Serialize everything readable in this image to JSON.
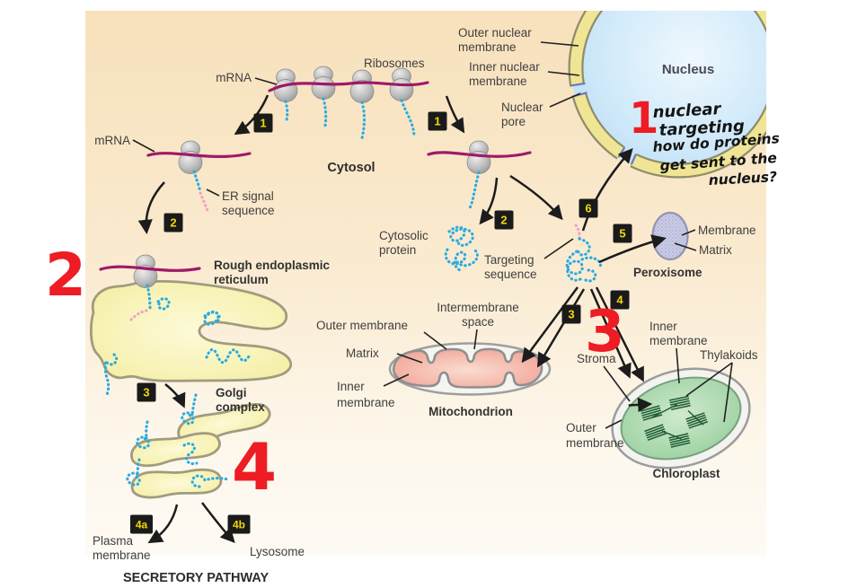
{
  "figure": {
    "description": "Protein targeting pathways diagram with handwritten study annotations"
  },
  "labels": {
    "mrna_top": "mRNA",
    "mrna_left": "mRNA",
    "ribosomes": "Ribosomes",
    "outer_nuclear_membrane": [
      "Outer nuclear",
      "membrane"
    ],
    "inner_nuclear_membrane": [
      "Inner nuclear",
      "membrane"
    ],
    "nuclear_pore": [
      "Nuclear",
      "pore"
    ],
    "nucleus": "Nucleus",
    "cytosol": "Cytosol",
    "er_signal_sequence": [
      "ER signal",
      "sequence"
    ],
    "rough_er": [
      "Rough endoplasmic",
      "reticulum"
    ],
    "cytosolic_protein": [
      "Cytosolic",
      "protein"
    ],
    "targeting_sequence": [
      "Targeting",
      "sequence"
    ],
    "peroxisome_membrane": "Membrane",
    "peroxisome_matrix": "Matrix",
    "peroxisome": "Peroxisome",
    "intermembrane_space": [
      "Intermembrane",
      "space"
    ],
    "mito_outer_membrane": "Outer membrane",
    "mito_matrix": "Matrix",
    "mito_inner_membrane": [
      "Inner",
      "membrane"
    ],
    "mitochondrion": "Mitochondrion",
    "stroma": "Stroma",
    "chloro_inner_membrane": [
      "Inner",
      "membrane"
    ],
    "thylakoids": "Thylakoids",
    "chloro_outer_membrane": [
      "Outer",
      "membrane"
    ],
    "chloroplast": "Chloroplast",
    "golgi_complex": [
      "Golgi",
      "complex"
    ],
    "plasma_membrane": [
      "Plasma",
      "membrane"
    ],
    "lysosome": "Lysosome",
    "secretory_pathway": "SECRETORY PATHWAY"
  },
  "badges": {
    "step1_left": "1",
    "step1_right": "1",
    "step2_left": "2",
    "step2_right": "2",
    "step3_left": "3",
    "step3_right": "3",
    "step4": "4",
    "step5": "5",
    "step6": "6",
    "step4a": "4a",
    "step4b": "4b"
  },
  "annotations": {
    "red_1": "1",
    "red_2": "2",
    "red_3": "3",
    "red_4": "4",
    "note_line1": "nuclear",
    "note_line2": "targeting",
    "note_line3": "how do proteins",
    "note_line4": "get sent to the",
    "note_line5": "nucleus?"
  },
  "colors": {
    "panel_top": "#f8e1bc",
    "panel_bottom": "#fefbf4",
    "mrna": "#9e1a68",
    "nascent_chain": "#29abe2",
    "signal_pink": "#f2a0c5",
    "nucleus_fill": "#b5dcf3",
    "nuclear_envelope": "#f0e594",
    "er_golgi_fill": "#f3eb9c",
    "mito_fill": "#ef9f90",
    "chloro_fill": "#8fcb96",
    "peroxisome_fill": "#cacbe5",
    "badge_bg": "#1a1a1a",
    "badge_text": "#efd90a",
    "annotation_red": "#ee1c24",
    "label_text": "#3f3f3f"
  }
}
